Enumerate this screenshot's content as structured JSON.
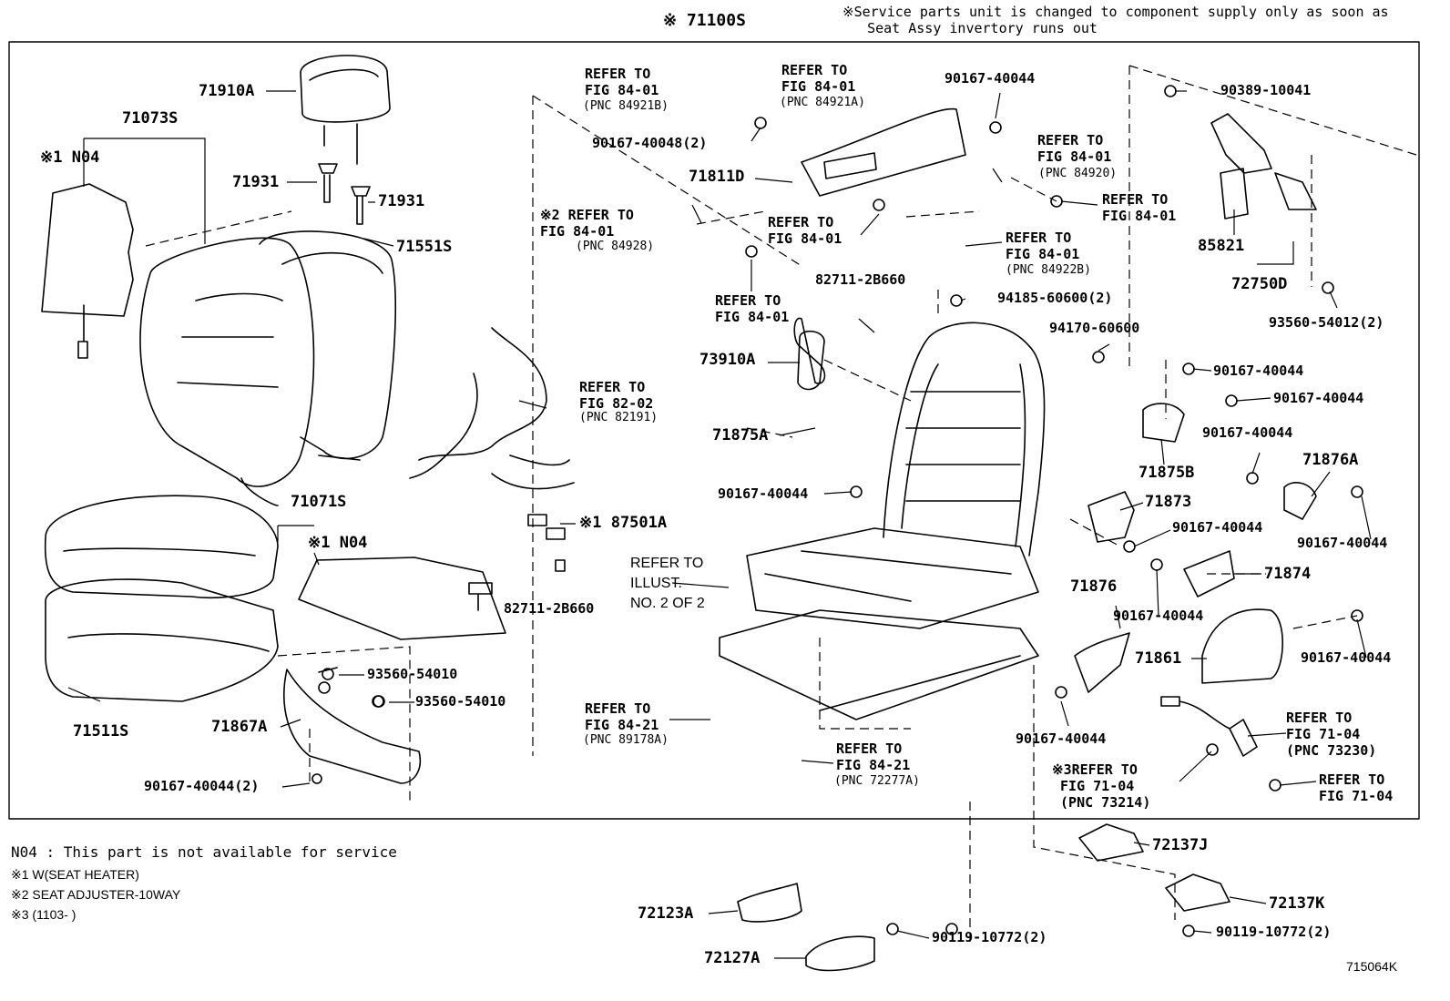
{
  "header": {
    "assembly_code": "※ 71100S",
    "service_note": "※Service parts unit is changed to component supply only as soon as\n   Seat Assy invertory runs out"
  },
  "parts": {
    "p71910A": "71910A",
    "p71073S": "71073S",
    "p_n04_a": "※1 N04",
    "p71931_a": "71931",
    "p71931_b": "71931",
    "p71551S": "71551S",
    "p71071S": "71071S",
    "p_n04_b": "※1 N04",
    "p71511S": "71511S",
    "p93560_a": "93560-54010",
    "p93560_b": "93560-54010",
    "p71867A": "71867A",
    "p90167_2_left": "90167-40044(2)",
    "p87501A": "※1 87501A",
    "p82711_a": "82711-2B660",
    "p90167_48": "90167-40048(2)",
    "p71811D": "71811D",
    "p90167_top": "90167-40044",
    "p82711_b": "82711-2B660",
    "p94185": "94185-60600(2)",
    "p94170": "94170-60600",
    "p73910A": "73910A",
    "p71875A": "71875A",
    "p90167_mid": "90167-40044",
    "p90389": "90389-10041",
    "p85821": "85821",
    "p72750D": "72750D",
    "p93560_54012": "93560-54012(2)",
    "p90167_r1": "90167-40044",
    "p90167_r2": "90167-40044",
    "p90167_r3": "90167-40044",
    "p71875B": "71875B",
    "p71876A": "71876A",
    "p71873": "71873",
    "p90167_r4": "90167-40044",
    "p90167_r5": "90167-40044",
    "p71874": "71874",
    "p71876": "71876",
    "p90167_r6": "90167-40044",
    "p71861": "71861",
    "p90167_r7": "90167-40044",
    "p90167_r8": "90167-40044",
    "p72137J": "72137J",
    "p72137K": "72137K",
    "p72123A": "72123A",
    "p72127A": "72127A",
    "p90119_a": "90119-10772(2)",
    "p90119_b": "90119-10772(2)"
  },
  "refs": {
    "r1": "REFER TO\nFIG 84-01",
    "r1_pnc": "(PNC 84921B)",
    "r2": "REFER TO\nFIG 84-01",
    "r2_pnc": "(PNC 84921A)",
    "r3": "REFER TO\nFIG 84-01",
    "r3_pnc": "(PNC 84920)",
    "r4": "REFER TO\nFIG 84-01",
    "r5": "※2 REFER TO\nFIG 84-01",
    "r5_pnc": "(PNC 84928)",
    "r6": "REFER TO\nFIG 84-01",
    "r7": "REFER TO\nFIG 84-01",
    "r7_pnc": "(PNC 84922B)",
    "r8": "REFER TO\nFIG 84-01",
    "r9": "REFER TO\nFIG 82-02",
    "r9_pnc": "(PNC 82191)",
    "r10": "REFER TO\nILLUST.\nNO. 2 OF 2",
    "r11": "REFER TO\nFIG 84-21",
    "r11_pnc": "(PNC 89178A)",
    "r12": "REFER TO\nFIG 84-21",
    "r12_pnc": "(PNC 72277A)",
    "r13": "REFER TO\nFIG 71-04\n(PNC 73230)",
    "r14": "※3REFER TO\n FIG 71-04\n (PNC 73214)",
    "r15": "REFER TO\nFIG 71-04"
  },
  "notes": {
    "n04": "N04 : This part is not available for service",
    "n1": "※1 W(SEAT HEATER)",
    "n2": "※2 SEAT ADJUSTER-10WAY",
    "n3": "※3 (1103-     )"
  },
  "figure_id": "715064K"
}
